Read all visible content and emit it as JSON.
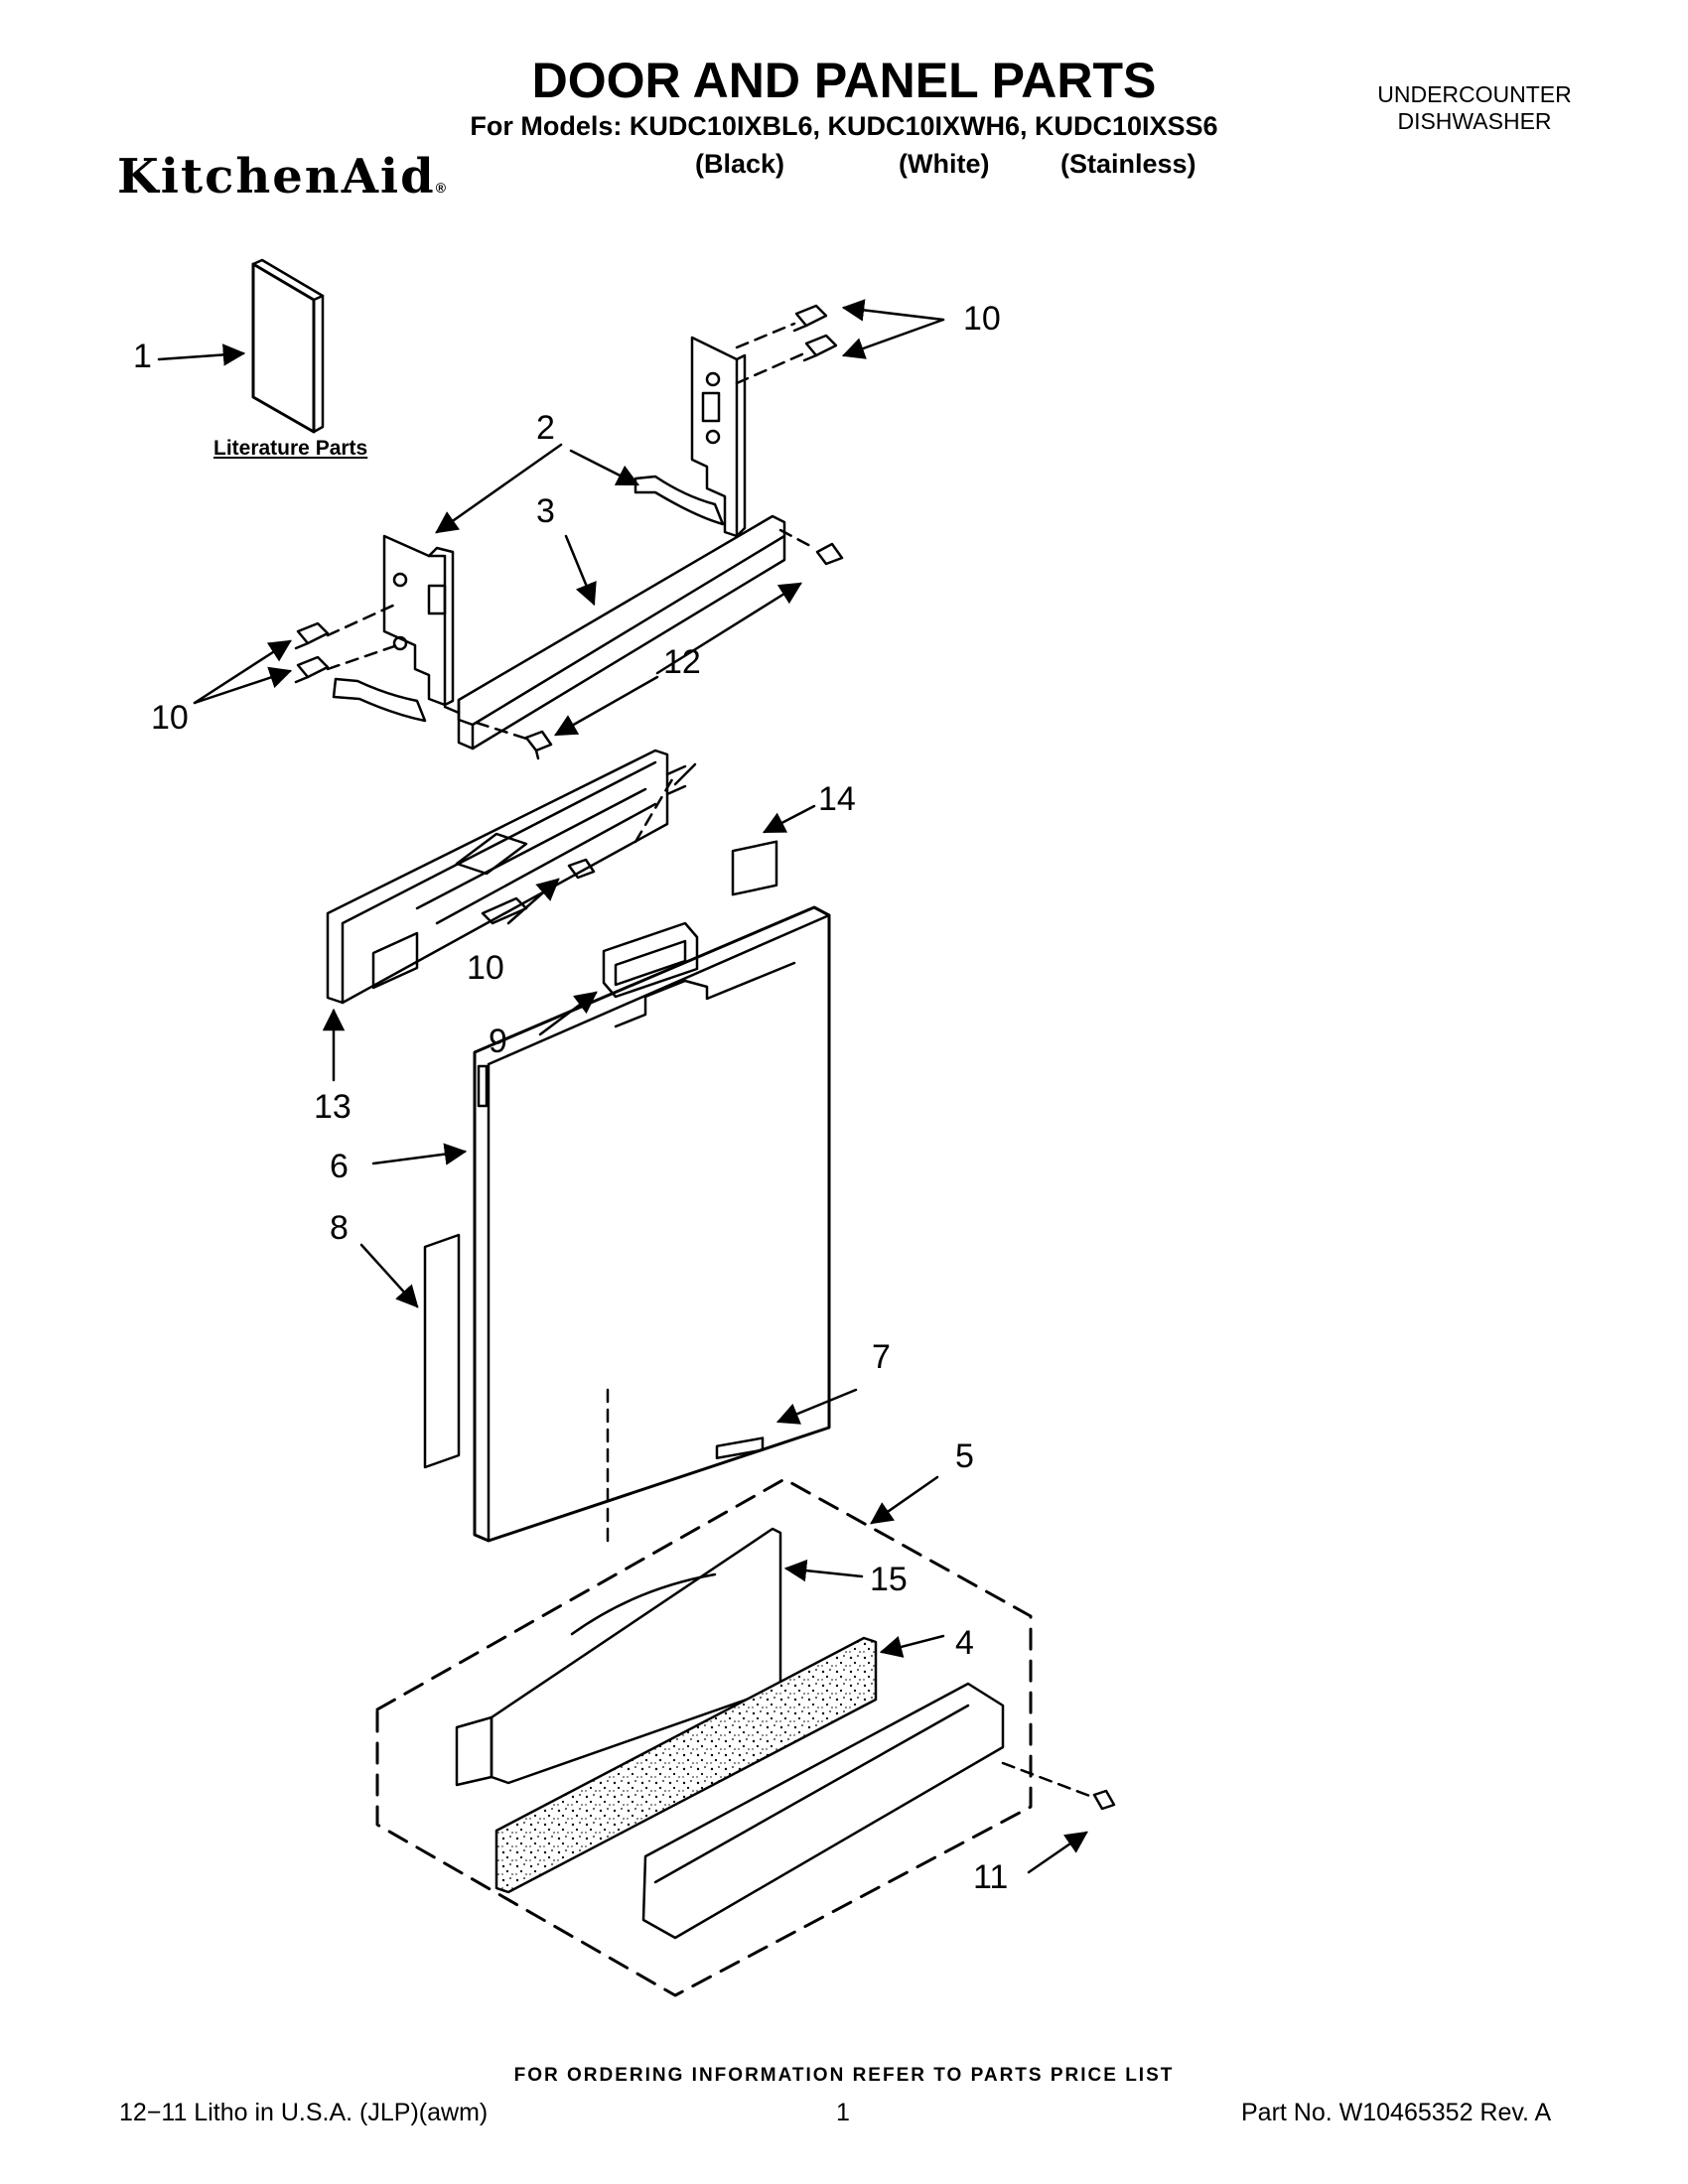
{
  "header": {
    "title": "DOOR AND PANEL PARTS",
    "models_line": "For Models: KUDC10IXBL6, KUDC10IXWH6, KUDC10IXSS6",
    "variants": [
      "(Black)",
      "(White)",
      "(Stainless)"
    ],
    "unit_type_line1": "UNDERCOUNTER",
    "unit_type_line2": "DISHWASHER",
    "brand": "KitchenAid",
    "brand_mark": "®"
  },
  "diagram": {
    "literature_label": "Literature Parts",
    "callouts": [
      "1",
      "2",
      "3",
      "4",
      "5",
      "6",
      "7",
      "8",
      "9",
      "10",
      "10",
      "10",
      "11",
      "12",
      "13",
      "14",
      "15"
    ]
  },
  "footer": {
    "ordering_note": "FOR ORDERING INFORMATION REFER TO PARTS PRICE LIST",
    "litho": "12−11 Litho in U.S.A. (JLP)(awm)",
    "page_number": "1",
    "part_number": "Part No. W10465352 Rev. A"
  }
}
